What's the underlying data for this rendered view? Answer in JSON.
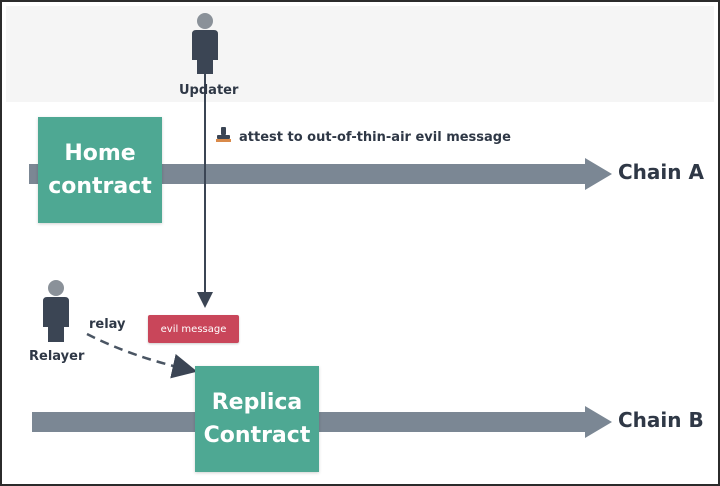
{
  "updater": {
    "label": "Updater"
  },
  "relayer": {
    "label": "Relayer"
  },
  "home_contract": {
    "label": "Home\ncontract"
  },
  "replica_contract": {
    "label": "Replica\nContract"
  },
  "chain_a": {
    "label": "Chain A"
  },
  "chain_b": {
    "label": "Chain B"
  },
  "attest": {
    "label": "attest to out-of-thin-air evil message"
  },
  "relay": {
    "label": "relay"
  },
  "evil_message": {
    "label": "evil message"
  },
  "icons": {
    "person": "person-icon",
    "stamp": "stamp-icon"
  },
  "colors": {
    "contract_box": "#4ea893",
    "chain_arrow": "#7b8794",
    "person": "#3b4554",
    "evil_message": "#c9465a",
    "text": "#2f3846"
  }
}
